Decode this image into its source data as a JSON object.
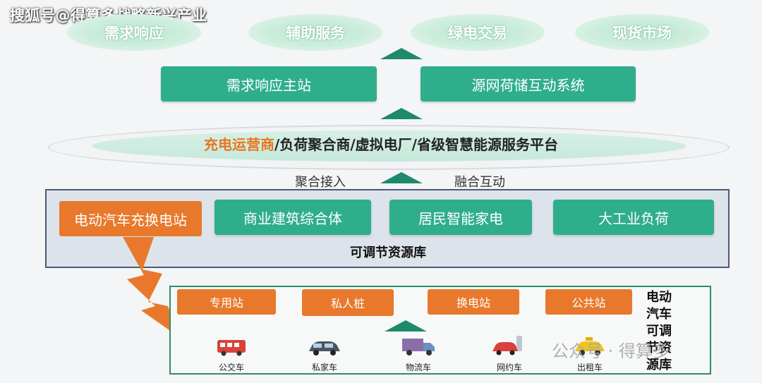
{
  "watermark": "搜狐号@得算多战略新兴产业",
  "markets": [
    "需求响应",
    "辅助服务",
    "绿电交易",
    "现货市场"
  ],
  "master_systems": [
    "需求响应主站",
    "源网荷储互动系统"
  ],
  "platform": {
    "highlight": "充电运营商",
    "rest": "/负荷聚合商/虚拟电厂/省级智慧能源服务平台"
  },
  "flow_labels": {
    "left": "聚合接入",
    "right": "融合互动"
  },
  "resource_pool": {
    "items": [
      "电动汽车充换电站",
      "商业建筑综合体",
      "居民智能家电",
      "大工业负荷"
    ],
    "title": "可调节资源库"
  },
  "ev_pool": {
    "stations": [
      "专用站",
      "私人桩",
      "换电站",
      "公共站"
    ],
    "vehicles": [
      "公交车",
      "私家车",
      "物流车",
      "网约车",
      "出租车"
    ],
    "title_lines": [
      "电动",
      "汽车",
      "可调",
      "节资",
      "源库"
    ]
  },
  "wechat_watermark": "公众号 · 得算多",
  "colors": {
    "teal": "#2fae8c",
    "dark_teal": "#1e8a6a",
    "orange": "#e8792c",
    "pool_border": "#4c5a74",
    "ev_border": "#2f8d68"
  }
}
